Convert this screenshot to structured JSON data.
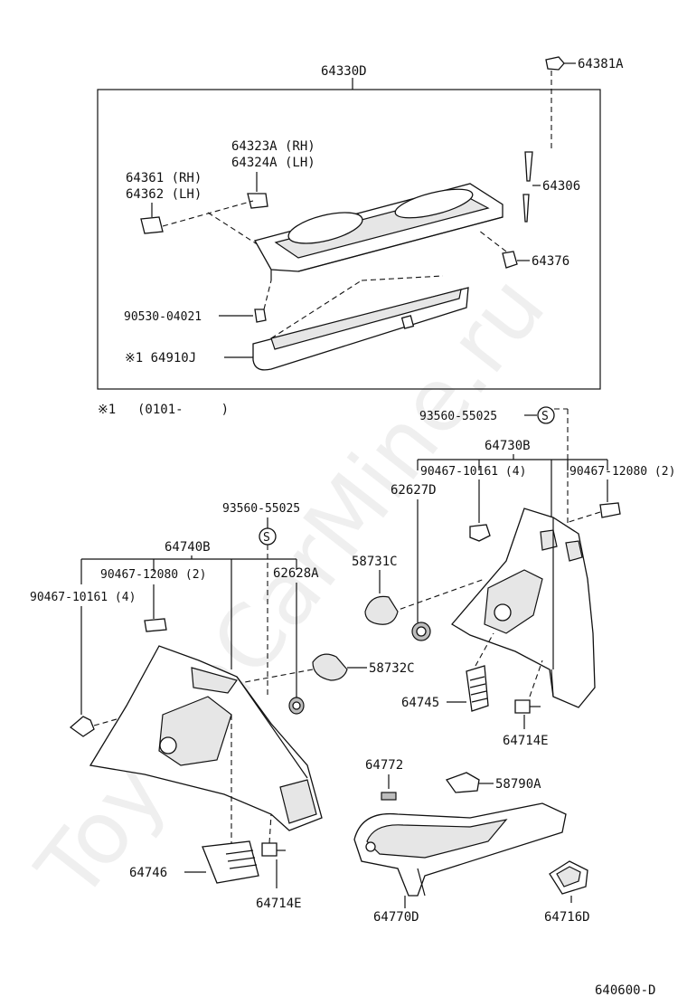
{
  "watermark": "ToyotaCarMine.ru",
  "page_code": "640600-D",
  "footnote": {
    "mark": "※1",
    "text": "(0101-　　　)"
  },
  "labels": {
    "l64330D": "64330D",
    "l64381A": "64381A",
    "l64323A": "64323A (RH)",
    "l64324A": "64324A (LH)",
    "l64361": "64361 (RH)",
    "l64362": "64362 (LH)",
    "l64306": "64306",
    "l64376": "64376",
    "l90530": "90530-04021",
    "l64910J": "※1 64910J",
    "l93560_right": "93560-55025",
    "l64730B": "64730B",
    "l90467_10161_r": "90467-10161 (4)",
    "l90467_12080_r": "90467-12080 (2)",
    "l62627D": "62627D",
    "l58731C": "58731C",
    "l93560_left": "93560-55025",
    "l64740B": "64740B",
    "l90467_12080_l": "90467-12080 (2)",
    "l62628A": "62628A",
    "l90467_10161_l": "90467-10161 (4)",
    "l58732C": "58732C",
    "l64745": "64745",
    "l64714E_r": "64714E",
    "l64772": "64772",
    "l58790A": "58790A",
    "l64746": "64746",
    "l64714E_l": "64714E",
    "l64770D": "64770D",
    "l64716D": "64716D",
    "s_symbol": "S"
  }
}
